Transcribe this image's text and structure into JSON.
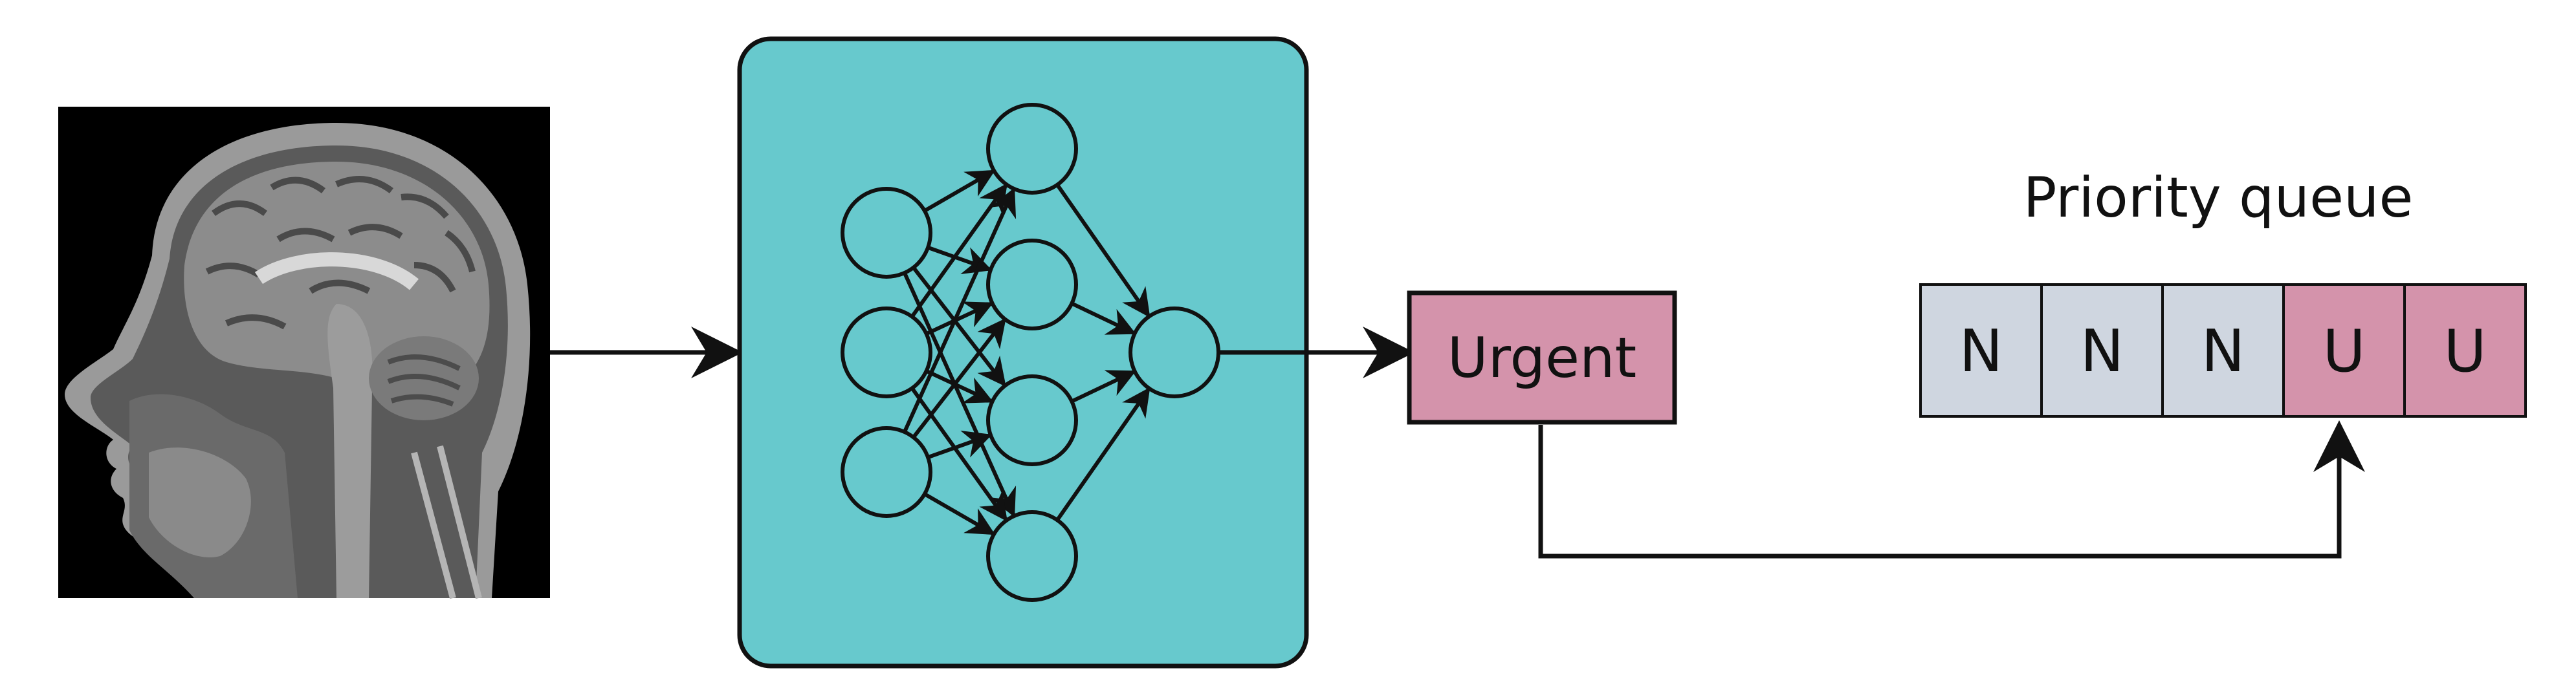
{
  "colors": {
    "background": "#ffffff",
    "stroke": "#111111",
    "network_box": "#67c9cd",
    "urgent": "#d493ab",
    "normal": "#cfd6e0",
    "scan_background": "#000000"
  },
  "mri_image": {
    "icon": "mri-brain-scan-image"
  },
  "network": {
    "icon": "neural-network-icon",
    "layers": [
      3,
      4,
      1
    ]
  },
  "output_label": "Urgent",
  "queue": {
    "title": "Priority queue",
    "cells": [
      {
        "label": "N",
        "kind": "normal"
      },
      {
        "label": "N",
        "kind": "normal"
      },
      {
        "label": "N",
        "kind": "normal"
      },
      {
        "label": "U",
        "kind": "urgent"
      },
      {
        "label": "U",
        "kind": "urgent"
      }
    ]
  }
}
